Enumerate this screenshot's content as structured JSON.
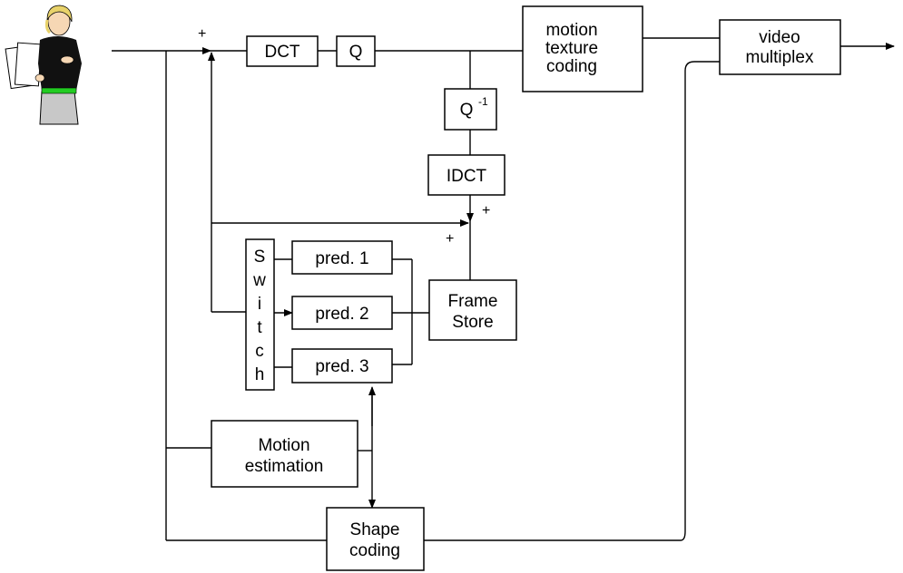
{
  "diagram": {
    "blocks": {
      "dct": "DCT",
      "q": "Q",
      "q_inv": "Q",
      "q_inv_sup": "-1",
      "idct": "IDCT",
      "motion_texture_line1": "motion",
      "motion_texture_line2": "texture",
      "motion_texture_line3": "coding",
      "video_mux_line1": "video",
      "video_mux_line2": "multiplex",
      "switch_letters": [
        "S",
        "w",
        "i",
        "t",
        "c",
        "h"
      ],
      "pred1": "pred. 1",
      "pred2": "pred. 2",
      "pred3": "pred. 3",
      "frame_store_line1": "Frame",
      "frame_store_line2": "Store",
      "motion_est_line1": "Motion",
      "motion_est_line2": "estimation",
      "shape_coding_line1": "Shape",
      "shape_coding_line2": "coding"
    },
    "signs": {
      "input_sum": "+",
      "recon_sum_top": "+",
      "recon_sum_left": "+"
    },
    "icons": {
      "presenter": "presenter-icon"
    },
    "colors": {
      "line": "#000000",
      "box_fill": "#ffffff",
      "presenter_belt": "#22cc22",
      "presenter_hair": "#e8d26a",
      "presenter_shirt": "#111111",
      "presenter_skirt": "#c8c8c8",
      "presenter_skin": "#f6d7b4"
    }
  }
}
